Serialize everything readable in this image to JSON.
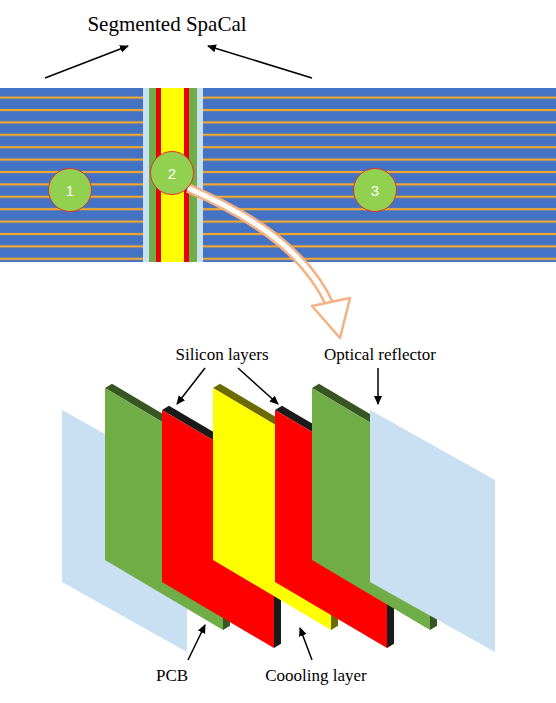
{
  "diagram": {
    "title": "Segmented SpaCal",
    "nodes": [
      {
        "text": [
          "1"
        ]
      },
      {
        "text": [
          "2"
        ]
      },
      {
        "text": [
          "3"
        ]
      }
    ],
    "labels": [
      "Silicon layers",
      "Optical reflector",
      "PCB",
      "Coooling layer"
    ]
  }
}
